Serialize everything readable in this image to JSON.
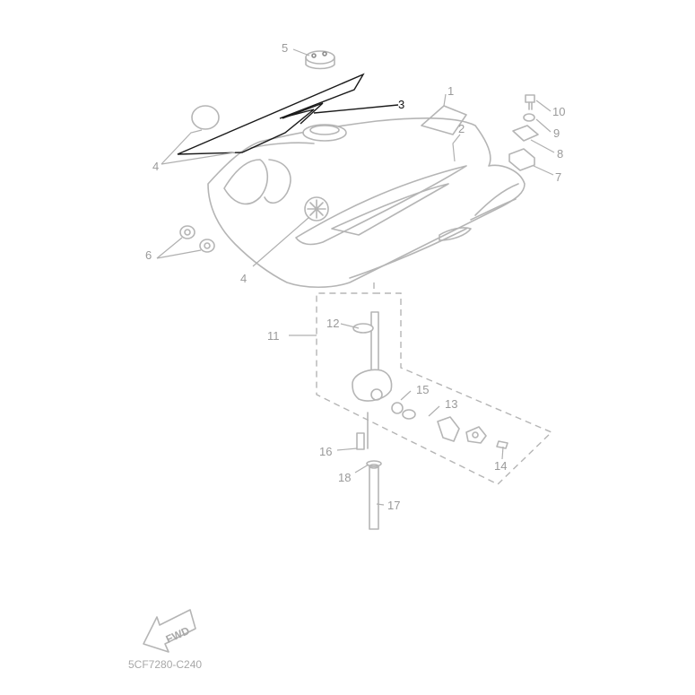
{
  "callouts": {
    "c1": "1",
    "c2": "2",
    "c3": "3",
    "c4a": "4",
    "c4b": "4",
    "c5": "5",
    "c6": "6",
    "c7": "7",
    "c8": "8",
    "c9": "9",
    "c10": "10",
    "c11": "11",
    "c12": "12",
    "c13": "13",
    "c14": "14",
    "c15": "15",
    "c16": "16",
    "c17": "17",
    "c18": "18"
  },
  "fwd_label": "FWD",
  "diagram_code": "5CF7280-C240",
  "colors": {
    "line": "#b5b5b5",
    "highlight": "#111111"
  }
}
